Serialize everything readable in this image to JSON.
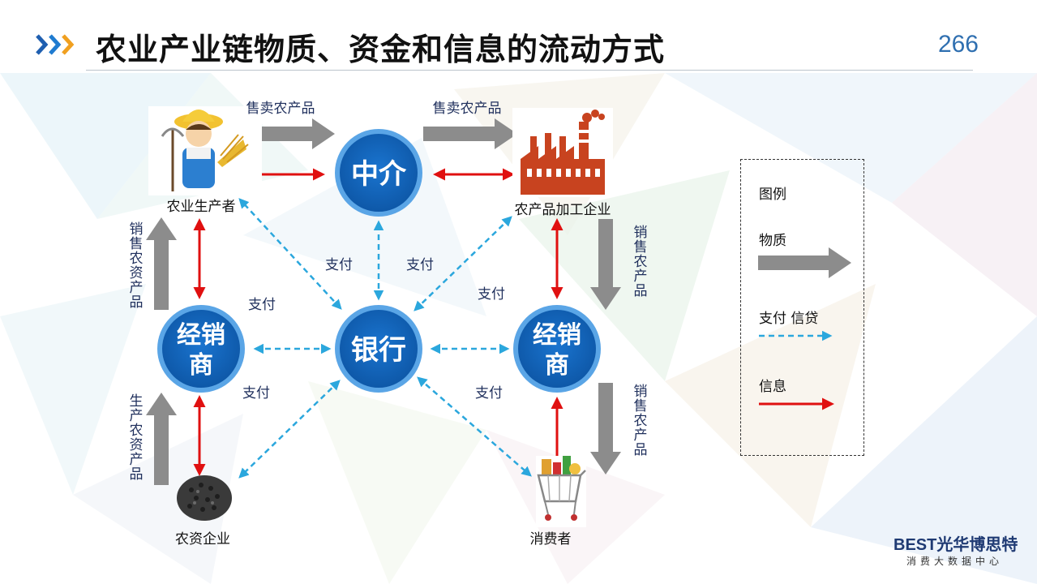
{
  "header": {
    "title": "农业产业链物质、资金和信息的流动方式",
    "page_number": "266"
  },
  "nodes": {
    "intermediary": "中介",
    "bank": "银行",
    "dealer_left_line1": "经销",
    "dealer_left_line2": "商",
    "dealer_right_line1": "经销",
    "dealer_right_line2": "商"
  },
  "actors": {
    "producer": "农业生产者",
    "processor": "农产品加工企业",
    "input_company": "农资企业",
    "consumer": "消费者"
  },
  "flows": {
    "sell_farm_products_1": "售卖农产品",
    "sell_farm_products_2": "售卖农产品",
    "sell_inputs_vertical": [
      "销",
      "售",
      "农",
      "资",
      "产",
      "品"
    ],
    "produce_inputs_vertical": [
      "生",
      "产",
      "农",
      "资",
      "产",
      "品"
    ],
    "sell_products_upper_vertical": [
      "销",
      "售",
      "农",
      "产",
      "品"
    ],
    "sell_products_lower_vertical": [
      "销",
      "售",
      "农",
      "产",
      "品"
    ],
    "pay_1": "支付",
    "pay_2": "支付",
    "pay_3": "支付",
    "pay_4": "支付",
    "pay_5": "支付",
    "pay_6": "支付"
  },
  "legend": {
    "title": "图例",
    "material": "物质",
    "payment_credit": "支付  信贷",
    "information": "信息"
  },
  "logo": {
    "main": "BEST光华博思特",
    "sub": "消费大数据中心"
  },
  "colors": {
    "node_blue": "#1467c0",
    "node_ring": "#5aa5e6",
    "material_arrow": "#8c8c8c",
    "payment_arrow": "#2ba7dd",
    "info_arrow": "#e01010"
  }
}
